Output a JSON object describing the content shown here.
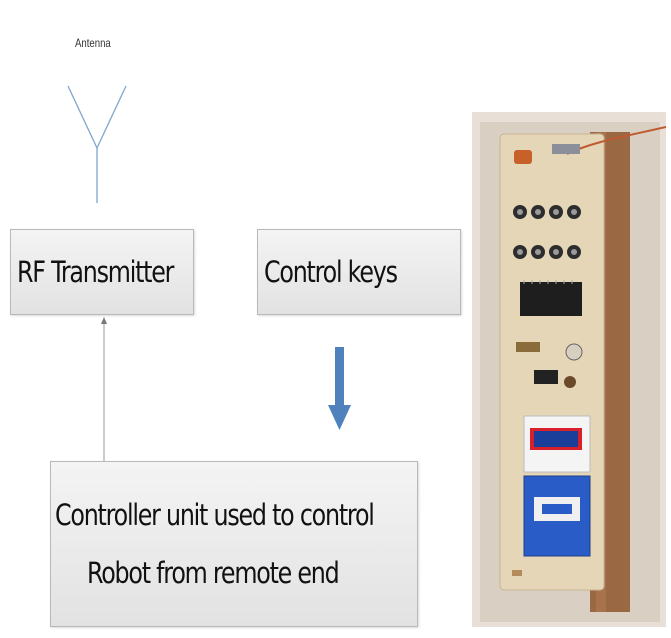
{
  "labels": {
    "antenna": "Antenna",
    "rf_transmitter": "RF Transmitter",
    "control_keys": "Control keys",
    "controller_line1": "Controller unit used to control",
    "controller_line2": "Robot from remote end"
  },
  "colors": {
    "antenna_line": "#7ea6cf",
    "down_arrow": "#4f81bd",
    "connector": "#999999",
    "board": "#e6d6b8",
    "wood": "#9b6844"
  }
}
